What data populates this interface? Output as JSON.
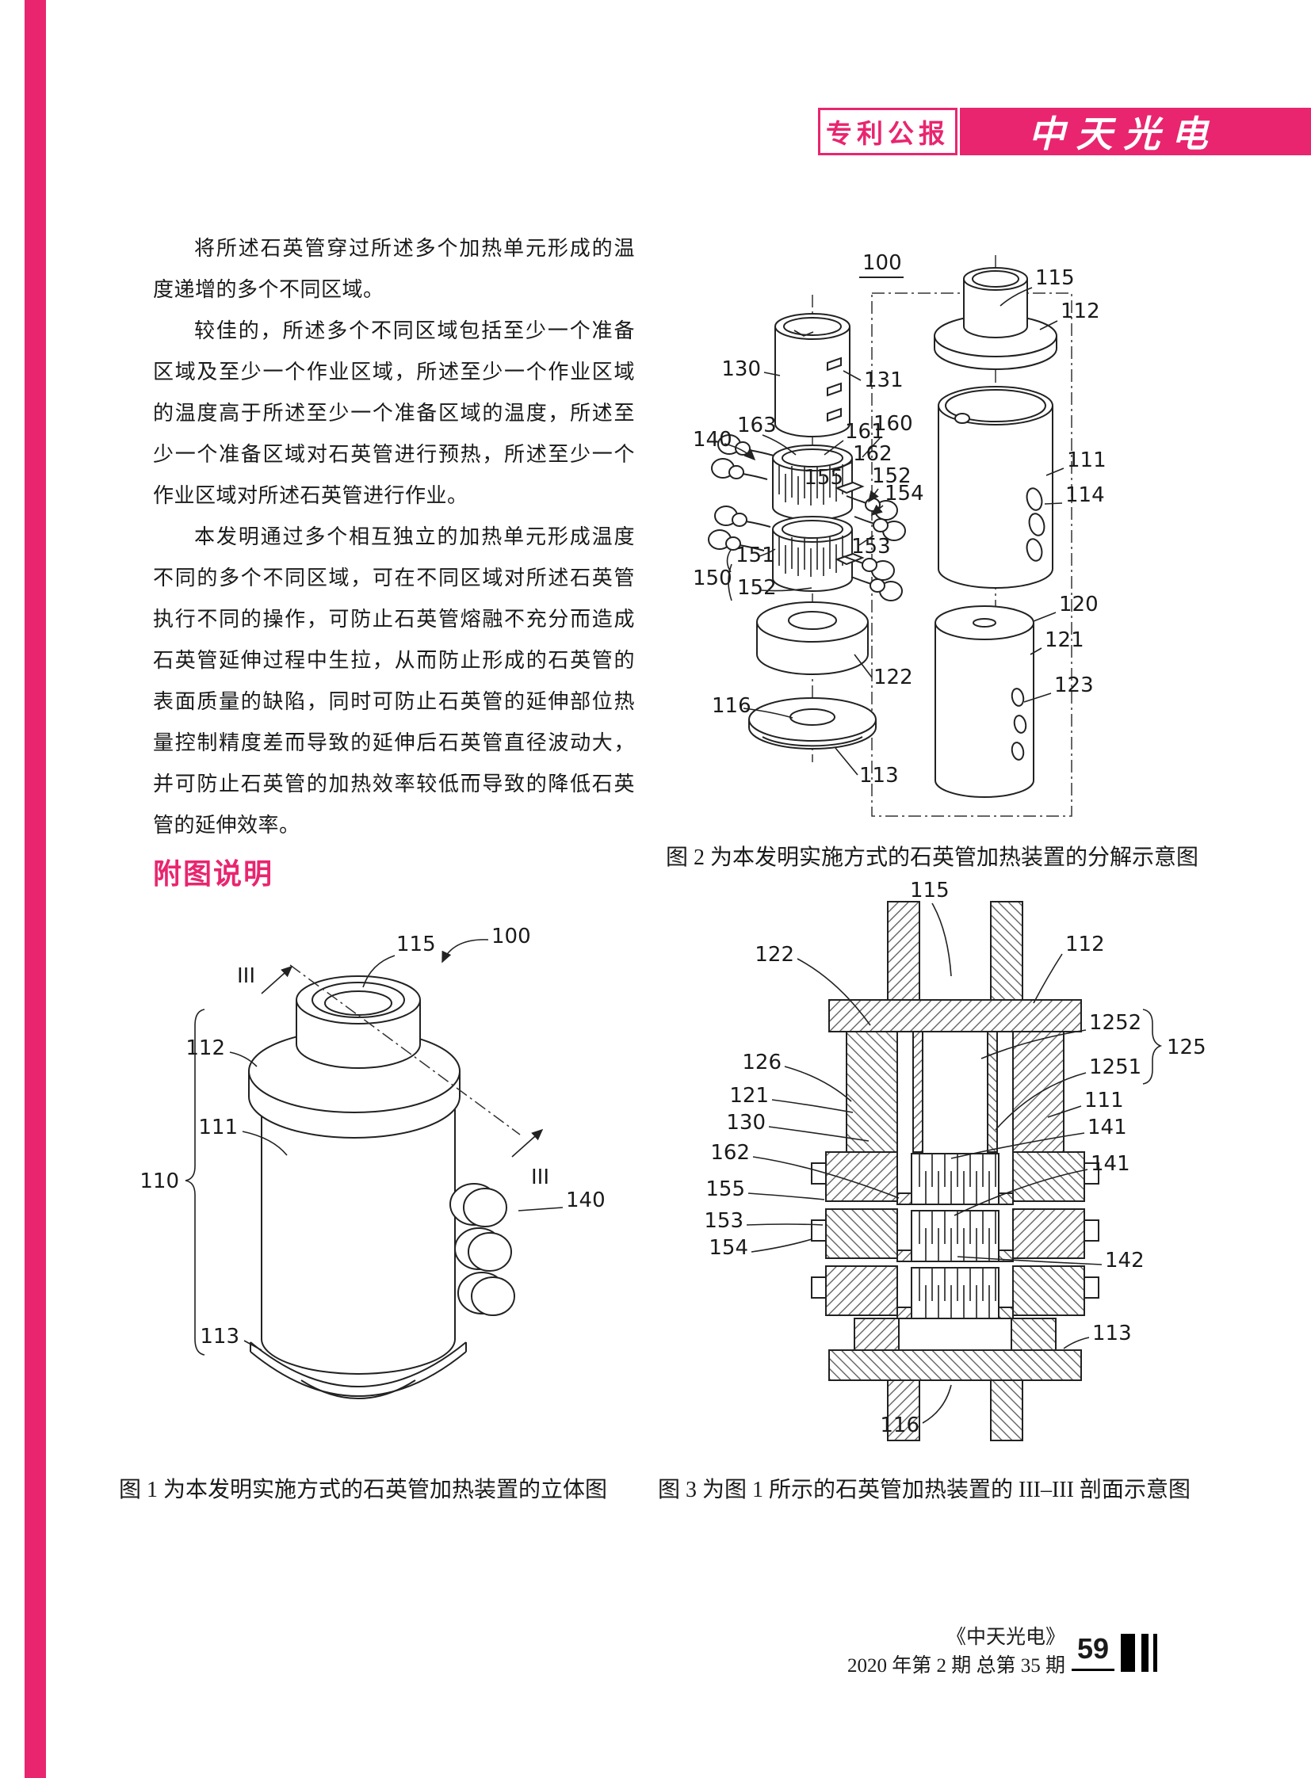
{
  "colors": {
    "accent": "#E9256F"
  },
  "header": {
    "tag": "专利公报",
    "brand": "中天光电"
  },
  "paragraphs": [
    "将所述石英管穿过所述多个加热单元形成的温度递增的多个不同区域。",
    "较佳的，所述多个不同区域包括至少一个准备区域及至少一个作业区域，所述至少一个作业区域的温度高于所述至少一个准备区域的温度，所述至少一个准备区域对石英管进行预热，所述至少一个作业区域对所述石英管进行作业。",
    "本发明通过多个相互独立的加热单元形成温度不同的多个不同区域，可在不同区域对所述石英管执行不同的操作，可防止石英管熔融不充分而造成石英管延伸过程中生拉，从而防止形成的石英管的表面质量的缺陷，同时可防止石英管的延伸部位热量控制精度差而导致的延伸后石英管直径波动大，并可防止石英管的加热效率较低而导致的降低石英管的延伸效率。"
  ],
  "section_heading": "附图说明",
  "fig1": {
    "caption": "图 1 为本发明实施方式的石英管加热装置的立体图",
    "labels": {
      "iii_top": "III",
      "iii_bottom": "III",
      "n115": "115",
      "n100": "100",
      "n112": "112",
      "n111": "111",
      "n110": "110",
      "n140": "140",
      "n113": "113"
    }
  },
  "fig2": {
    "caption": "图 2 为本发明实施方式的石英管加热装置的分解示意图",
    "labels": {
      "n100": "100",
      "n130": "130",
      "n131": "131",
      "n163": "163",
      "n140": "140",
      "n161": "161",
      "n160": "160",
      "n162": "162",
      "n155": "155",
      "n152a": "152",
      "n154": "154",
      "n153": "153",
      "n151": "151",
      "n150": "150",
      "n152b": "152",
      "n122": "122",
      "n116": "116",
      "n113": "113",
      "n115": "115",
      "n112": "112",
      "n111": "111",
      "n114": "114",
      "n120": "120",
      "n121": "121",
      "n123": "123"
    }
  },
  "fig3": {
    "caption": "图 3 为图 1 所示的石英管加热装置的 III–III 剖面示意图",
    "labels": {
      "n115": "115",
      "n112": "112",
      "n122": "122",
      "n1252": "1252",
      "n125": "125",
      "n1251": "1251",
      "n126": "126",
      "n121": "121",
      "n111": "111",
      "n130": "130",
      "n141a": "141",
      "n141b": "141",
      "n162": "162",
      "n155": "155",
      "n153": "153",
      "n154": "154",
      "n142": "142",
      "n113": "113",
      "n116": "116"
    }
  },
  "footer": {
    "journal": "《中天光电》",
    "issue": "2020 年第 2 期 总第 35 期",
    "page_number": "59"
  }
}
